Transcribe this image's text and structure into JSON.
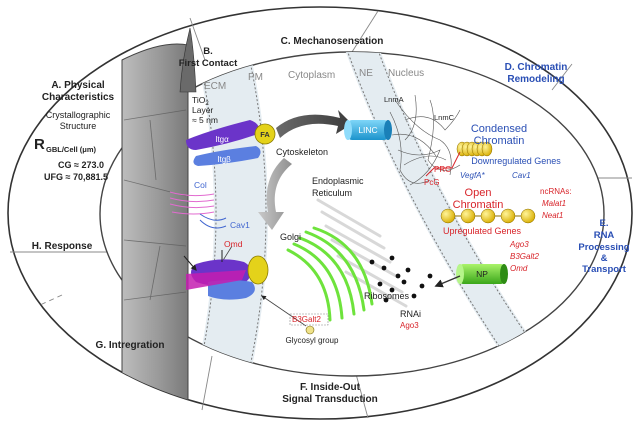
{
  "sections": {
    "a_title": "A. Physical",
    "a_title2": "Characteristics",
    "a_sub": "Crystallographic",
    "a_sub2": "Structure",
    "b_title": "B.",
    "b_title2": "First Contact",
    "c_title": "C. Mechanosensation",
    "d_title": "D. Chromatin",
    "d_title2": "Remodeling",
    "e_title": "E.",
    "e_title2": "RNA",
    "e_title3": "Processing",
    "e_title4": "&",
    "e_title5": "Transport",
    "f_title": "F. Inside-Out",
    "f_title2": "Signal Transduction",
    "g_title": "G. Intregration",
    "h_title": "H. Response"
  },
  "metrics": {
    "r_symbol": "R",
    "r_subscript": "GBL/Cell (μm)",
    "cg": "CG ≈ 273.0",
    "ufg": "UFG ≈ 70,881.5"
  },
  "tio2": {
    "line1": "TiO",
    "sub": "2",
    "line2": "Layer",
    "line3": "≈ 5 nm"
  },
  "regions": {
    "ecm": "ECM",
    "pm": "PM",
    "cytoplasm": "Cytoplasm",
    "ne": "NE",
    "nucleus": "Nucleus"
  },
  "labels": {
    "itga": "Itgα",
    "itgb": "Itgβ",
    "fa": "FA",
    "cytoskeleton": "Cytoskeleton",
    "linc": "LINC",
    "lnma": "LnmA",
    "lnmc": "LnmC",
    "col": "Col",
    "cav1": "Cav1",
    "omd": "Omd",
    "er1": "Endoplasmic",
    "er2": "Reticulum",
    "golgi": "Golgi",
    "ribosomes": "Ribosomes",
    "rnai": "RNAi",
    "ago3": "Ago3",
    "b3galt2": "B3Galt2",
    "glycosyl": "Glycosyl group",
    "np": "NP",
    "condensed1": "Condensed",
    "condensed2": "Chromatin",
    "downregulated": "Downregulated Genes",
    "prc": "PRC",
    "pcg": "PcG",
    "vegfa": "VegfA*",
    "cav1_gene": "Cav1",
    "open1": "Open",
    "open2": "Chromatin",
    "upregulated": "Upregulated Genes",
    "ncrnas": "ncRNAs:",
    "malat1": "Malat1",
    "neat1": "Neat1",
    "ago3_gene": "Ago3",
    "b3galt2_gene": "B3Galt2",
    "omd_gene": "Omd"
  },
  "colors": {
    "blue": "#2a4fb5",
    "red": "#d8242a",
    "integrin_purple": "#6b34c9",
    "integrin_blue": "#5b7fe0",
    "fa_yellow": "#e4d21a",
    "linc_cyan": "#39b4ea",
    "golgi_green": "#6ee33c",
    "np_green": "#6fd12f",
    "chromatin_yellow": "#f1cc14"
  }
}
